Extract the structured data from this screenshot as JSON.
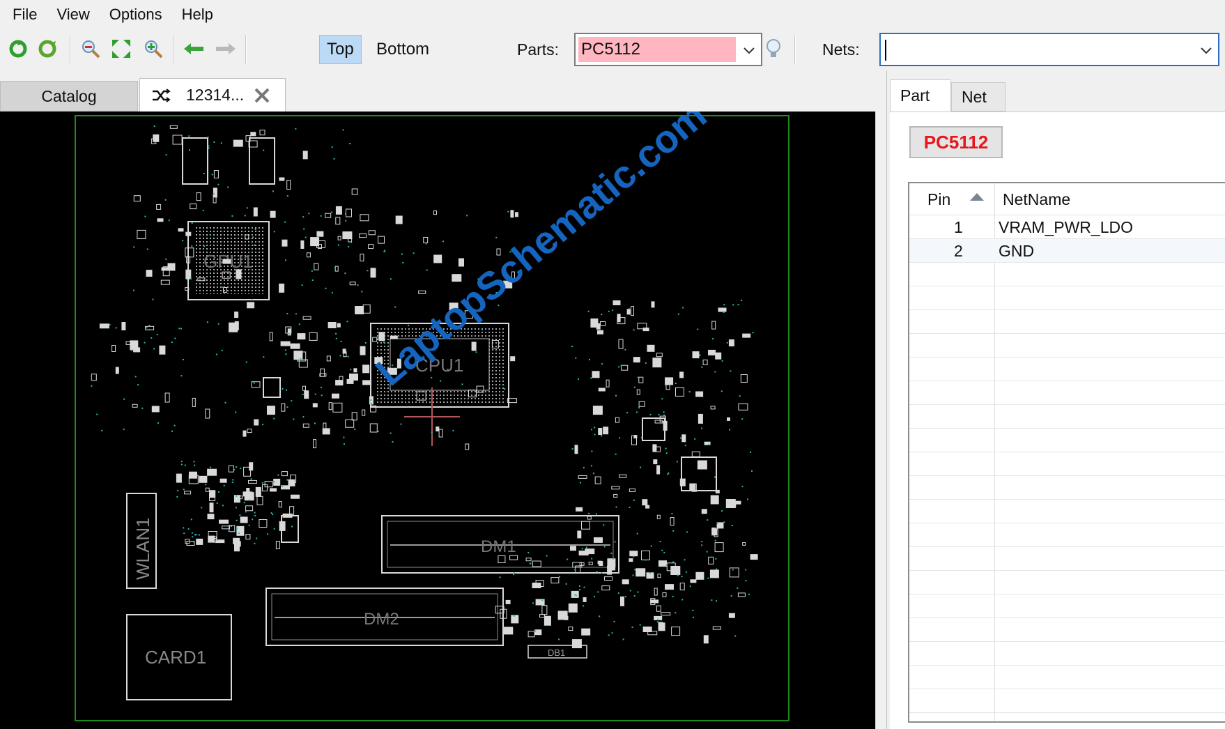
{
  "menu": [
    "File",
    "View",
    "Options",
    "Help"
  ],
  "toolbar": {
    "icons": [
      "refresh-green-icon",
      "rotate-green-icon",
      "zoom-out-icon",
      "fit-arrows-icon",
      "zoom-in-icon",
      "back-arrow-icon",
      "forward-arrow-icon",
      "lightbulb-icon"
    ],
    "top_label": "Top",
    "bottom_label": "Bottom",
    "parts_label": "Parts:",
    "parts_value": "PC5112",
    "nets_label": "Nets:",
    "nets_value": ""
  },
  "tabs": {
    "catalog": "Catalog",
    "file": "12314..."
  },
  "board": {
    "watermark": "LaptopSchematic.com",
    "labels": [
      "GPU1",
      "CPU1",
      "WLAN1",
      "DM1",
      "DM2",
      "CARD1",
      "DB1"
    ],
    "colors": {
      "outline": "#1f8a1f",
      "component": "#d9d9d9",
      "via": "#2fb5b5",
      "watermark": "#1565c0"
    }
  },
  "panel": {
    "tabs": [
      "Part",
      "Net"
    ],
    "selected_part": "PC5112",
    "columns": [
      "Pin",
      "NetName"
    ],
    "rows": [
      {
        "pin": "1",
        "net": "VRAM_PWR_LDO"
      },
      {
        "pin": "2",
        "net": "GND"
      }
    ],
    "part_color": "#e8161c"
  }
}
